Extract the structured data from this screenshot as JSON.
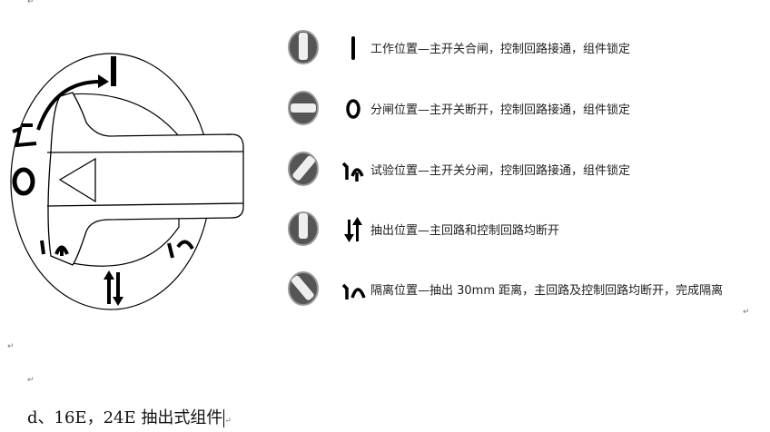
{
  "positions": [
    {
      "symbol": "work-position-symbol",
      "text": "工作位置—主开关合闸，控制回路接通，组件锁定"
    },
    {
      "symbol": "open-position-symbol",
      "text": "分闸位置—主开关断开，控制回路接通，组件锁定"
    },
    {
      "symbol": "test-position-symbol",
      "text": "试验位置—主开关分闸，控制回路接通，组件锁定"
    },
    {
      "symbol": "withdraw-position-symbol",
      "text": "抽出位置—主回路和控制回路均断开"
    },
    {
      "symbol": "isolate-position-symbol",
      "text": "隔离位置—抽出 30mm 距离，主回路及控制回路均断开，完成隔离"
    }
  ],
  "heading": "d、16E，24E 抽出式组件",
  "paragraph_mark": "↵"
}
